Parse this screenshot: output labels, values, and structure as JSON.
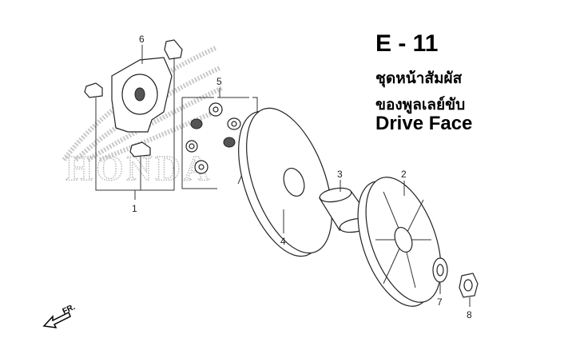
{
  "header": {
    "code": "E - 11",
    "thai_line1": "ชุดหน้าสัมผัส",
    "thai_line2": "ของพูลเลย์ขับ",
    "english_title": "Drive Face"
  },
  "watermark": "HONDA",
  "direction_label": "FR.",
  "callouts": [
    "1",
    "2",
    "3",
    "4",
    "5",
    "6",
    "7",
    "8"
  ],
  "colors": {
    "text": "#000000",
    "watermark": "#bbbbbb",
    "line": "#333333"
  }
}
